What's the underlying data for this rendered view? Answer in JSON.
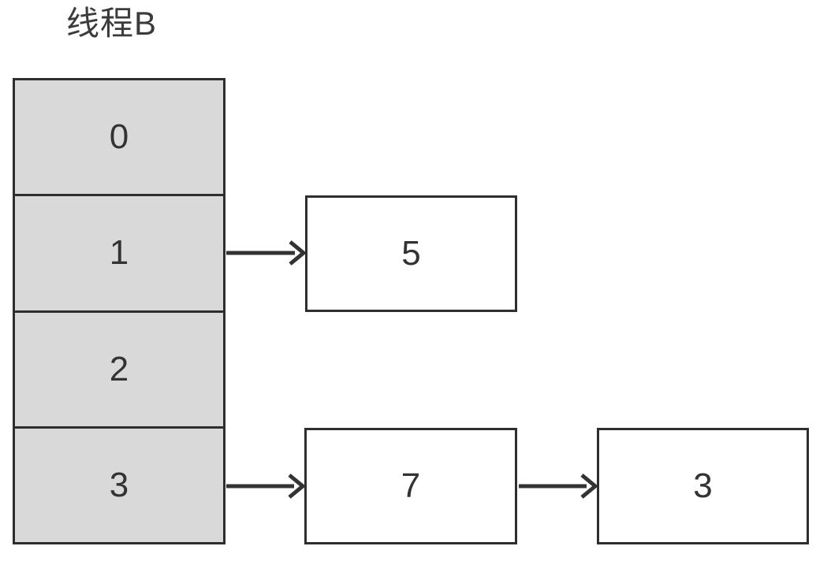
{
  "title": "线程B",
  "hash_table": {
    "buckets": [
      {
        "index": "0"
      },
      {
        "index": "1"
      },
      {
        "index": "2"
      },
      {
        "index": "3"
      }
    ]
  },
  "nodes": {
    "node5": {
      "value": "5"
    },
    "node7": {
      "value": "7"
    },
    "node3": {
      "value": "3"
    }
  },
  "links": [
    {
      "from": "bucket-1",
      "to": "node-5"
    },
    {
      "from": "bucket-3",
      "to": "node-7"
    },
    {
      "from": "node-7",
      "to": "node-3"
    }
  ],
  "colors": {
    "bucket_fill": "#d9d9d9",
    "node_fill": "#ffffff",
    "border": "#2e2e2e",
    "text": "#333333",
    "arrow": "#333333"
  }
}
